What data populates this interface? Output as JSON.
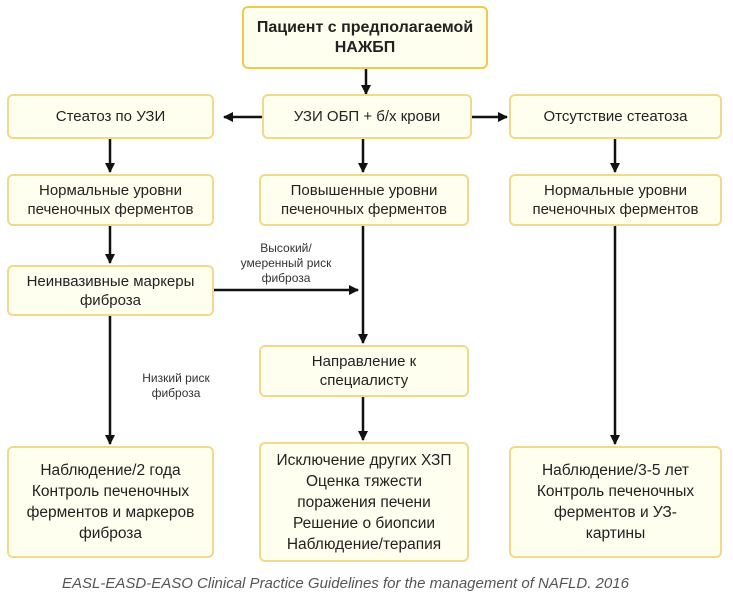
{
  "nodes": {
    "start": "Пациент с предполагаемой\nНАЖБП",
    "uzi": "УЗИ ОБП + б/х крови",
    "steatosis": "Стеатоз по УЗИ",
    "no_steatosis": "Отсутствие стеатоза",
    "normal_left": "Нормальные уровни\nпеченочных ферментов",
    "elevated": "Повышенные уровни\nпеченочных ферментов",
    "normal_right": "Нормальные уровни\nпеченочных ферментов",
    "markers": "Неинвазивные маркеры\nфиброза",
    "referral": "Направление к\nспециалисту",
    "follow_left": "Наблюдение/2 года\nКонтроль печеночных\nферментов и маркеров\nфиброза",
    "exclusion": "Исключение других ХЗП\nОценка тяжести\nпоражения печени\nРешение о биопсии\nНаблюдение/терапия",
    "follow_right": "Наблюдение/3-5 лет\nКонтроль печеночных\nферментов и УЗ-\nкартины"
  },
  "edge_labels": {
    "high_risk": "Высокий/\nумеренный риск\nфиброза",
    "low_risk": "Низкий риск\nфиброза"
  },
  "caption": "EASL-EASD-EASO Clinical Practice Guidelines for the management of NAFLD. 2016",
  "colors": {
    "box_border": "#f2d98a",
    "box_border_strong": "#f0c94f",
    "box_fill": "#fffff0",
    "arrow": "#111111"
  }
}
